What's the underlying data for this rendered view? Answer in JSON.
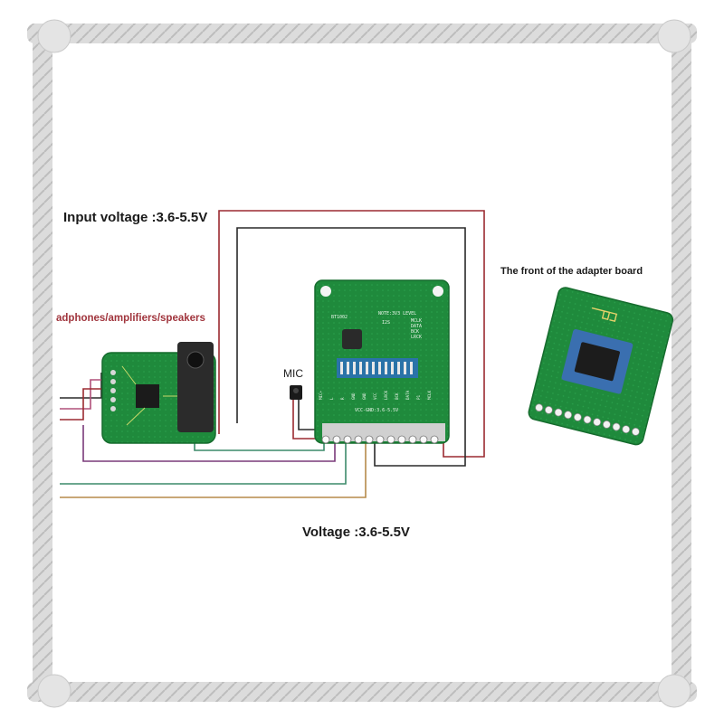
{
  "labels": {
    "input_voltage": "Input voltage :3.6-5.5V",
    "voltage": "Voltage :3.6-5.5V",
    "front_of_adapter": "The front of the adapter board",
    "outputs": "adphones/amplifiers/speakers",
    "mic": "MIC"
  },
  "board_silkscreen": {
    "model": "BT1002",
    "note": "NOTE:3V3 LEVEL",
    "i2s": "I2S",
    "i2s_signals": [
      "MCLK",
      "DATA",
      "BCK",
      "LRCK"
    ],
    "power": "VCC-GND:3.6-5.5V",
    "pins": [
      "MIC+",
      "L",
      "R",
      "GND",
      "GND",
      "VCC",
      "LRCK",
      "BCK",
      "DATA",
      "P1",
      "MCLK"
    ]
  },
  "colors": {
    "wire_red": "#9b2a30",
    "wire_black": "#2a2a2a",
    "wire_purple": "#7a3a7a",
    "wire_green": "#3c8a6a",
    "wire_pink": "#b0507a",
    "wire_orange": "#b58a4a",
    "pcb_green": "#1f8a3c",
    "frame": "#d6d6d6"
  }
}
